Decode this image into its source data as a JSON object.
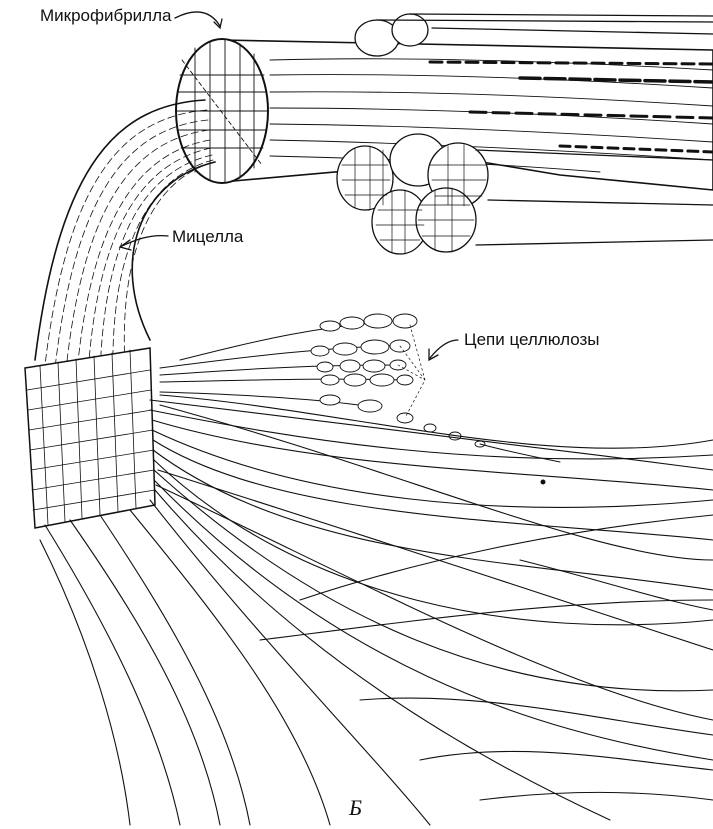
{
  "labels": {
    "microfibril": "Микрофибрилла",
    "micelle": "Мицелла",
    "cellulose_chains": "Цепи целлюлозы",
    "panel_letter": "Б"
  },
  "colors": {
    "ink": "#111111",
    "paper": "#ffffff"
  }
}
